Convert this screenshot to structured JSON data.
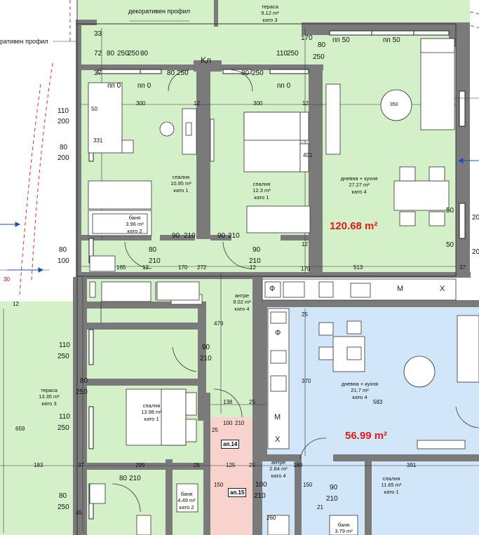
{
  "annotations": {
    "decor_profile_top": "декоративен профил",
    "decor_profile_left": "ративен профил"
  },
  "rooms": {
    "terrace_top": {
      "name": "тераса",
      "area": "9.12 m²",
      "floor": "като 3"
    },
    "bedroom_1": {
      "name": "спалня",
      "area": "10.95 m²",
      "floor": "като 1"
    },
    "bedroom_2": {
      "name": "спалня",
      "area": "12.3 m²",
      "floor": "като 1"
    },
    "living_kitchen_1": {
      "name": "дневна + кухня",
      "area": "27.27 m²",
      "floor": "като 4"
    },
    "bathroom_1": {
      "name": "баня",
      "area": "3.96 m²",
      "floor": "като 2"
    },
    "hall_1": {
      "name": "антре",
      "area": "9.02 m²",
      "floor": "като 4"
    },
    "terrace_left": {
      "name": "тераса",
      "area": "13.35 m²",
      "floor": "като 3"
    },
    "bedroom_3": {
      "name": "спалня",
      "area": "13.98 m²",
      "floor": "като 1"
    },
    "living_kitchen_2": {
      "name": "дневна + кухня",
      "area": "21.7 m²",
      "floor": "като 4"
    },
    "hall_2": {
      "name": "антре",
      "area": "2.84 m²",
      "floor": "като 4"
    },
    "bedroom_4": {
      "name": "спалня",
      "area": "11.65 m²",
      "floor": "като 1"
    },
    "bathroom_2": {
      "name": "баня",
      "area": "4.49 m²",
      "floor": "като 2"
    },
    "bathroom_3": {
      "name": "баня",
      "area": "3.79 m²",
      "floor": ""
    }
  },
  "apartments": {
    "apt_1_area": "120.68 m²",
    "apt_2_area": "56.99 m²",
    "apt_14": "ап.14",
    "apt_15": "ап.15"
  },
  "fixtures": {
    "chimney": "Kл",
    "appliance_f": "Ф",
    "appliance_m": "М",
    "appliance_x": "Х",
    "table_diameter": "350"
  },
  "dimensions": {
    "d_33": "33",
    "d_72": "72",
    "d_37a": "37",
    "d_80a": "80",
    "d_250a": "250",
    "d_250b": "250",
    "d_80b": "80",
    "d_80c": "80",
    "d_250c": "250",
    "d_110a": "110",
    "d_250d": "250",
    "d_170a": "170",
    "d_80d": "80",
    "d_250e": "250",
    "d_pp50a": "пп 50",
    "d_pp50b": "пп 50",
    "d_pp0a": "пп 0",
    "d_pp0b": "пп 0",
    "d_pp0c": "пп 0",
    "d_300a": "300",
    "d_12a": "12",
    "d_300b": "300",
    "d_12b": "12",
    "d_110b": "110",
    "d_200a": "200",
    "d_80e": "80",
    "d_200b": "200",
    "d_50a": "50",
    "d_331": "331",
    "d_401": "401",
    "d_90a": "90",
    "d_210a": "210",
    "d_90b": "90",
    "d_210b": "210",
    "d_80f": "80",
    "d_210c": "210",
    "d_90c": "90",
    "d_210d": "210",
    "d_80g": "80",
    "d_100": "100",
    "d_165": "165",
    "d_12c": "12",
    "d_170b": "170",
    "d_272": "272",
    "d_12d": "12",
    "d_170c": "170",
    "d_513": "513",
    "d_37b": "37",
    "d_479": "479",
    "d_25a": "25",
    "d_370": "370",
    "d_110c": "110",
    "d_250f": "250",
    "d_90e": "90",
    "d_210e": "210",
    "d_80h": "80",
    "d_250g": "250",
    "d_110d": "110",
    "d_250h": "250",
    "d_138": "138",
    "d_25b": "25",
    "d_583": "583",
    "d_659": "659",
    "d_183": "183",
    "d_37c": "37",
    "d_299": "299",
    "d_25c": "25",
    "d_125": "125",
    "d_25d": "25",
    "d_180": "180",
    "d_391": "391",
    "d_80i": "80",
    "d_210f": "210",
    "d_80j": "80",
    "d_250i": "250",
    "d_100b": "100",
    "d_210g": "210",
    "d_90f": "90",
    "d_210h": "210",
    "d_12e": "12",
    "d_30": "30",
    "d_12f": "12",
    "d_50b": "50",
    "d_50c": "50",
    "d_20a": "20",
    "d_20b": "20",
    "d_150a": "150",
    "d_150b": "150",
    "d_100c": "100",
    "d_210i": "210",
    "d_45": "45",
    "d_25e": "25",
    "d_260": "260",
    "d_21": "21"
  }
}
